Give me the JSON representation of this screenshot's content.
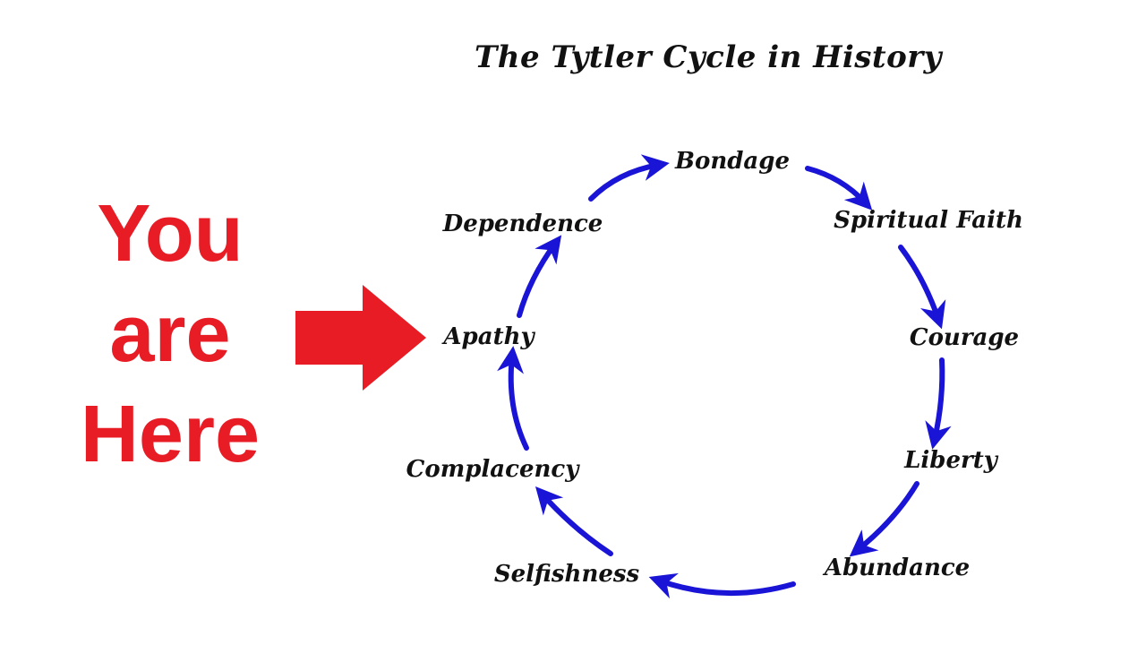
{
  "you_are_here": {
    "lines": [
      "You",
      "are",
      "Here"
    ],
    "color": "#e81c24"
  },
  "pointer_color": "#e81c24",
  "diagram": {
    "title": "The Tytler Cycle in History",
    "arrow_color": "#1a14d6",
    "stages": [
      {
        "id": "bondage",
        "label": "Bondage"
      },
      {
        "id": "spiritual-faith",
        "label": "Spiritual Faith"
      },
      {
        "id": "courage",
        "label": "Courage"
      },
      {
        "id": "liberty",
        "label": "Liberty"
      },
      {
        "id": "abundance",
        "label": "Abundance"
      },
      {
        "id": "selfishness",
        "label": "Selfishness"
      },
      {
        "id": "complacency",
        "label": "Complacency"
      },
      {
        "id": "apathy",
        "label": "Apathy"
      },
      {
        "id": "dependence",
        "label": "Dependence"
      }
    ],
    "current_stage": "apathy"
  }
}
